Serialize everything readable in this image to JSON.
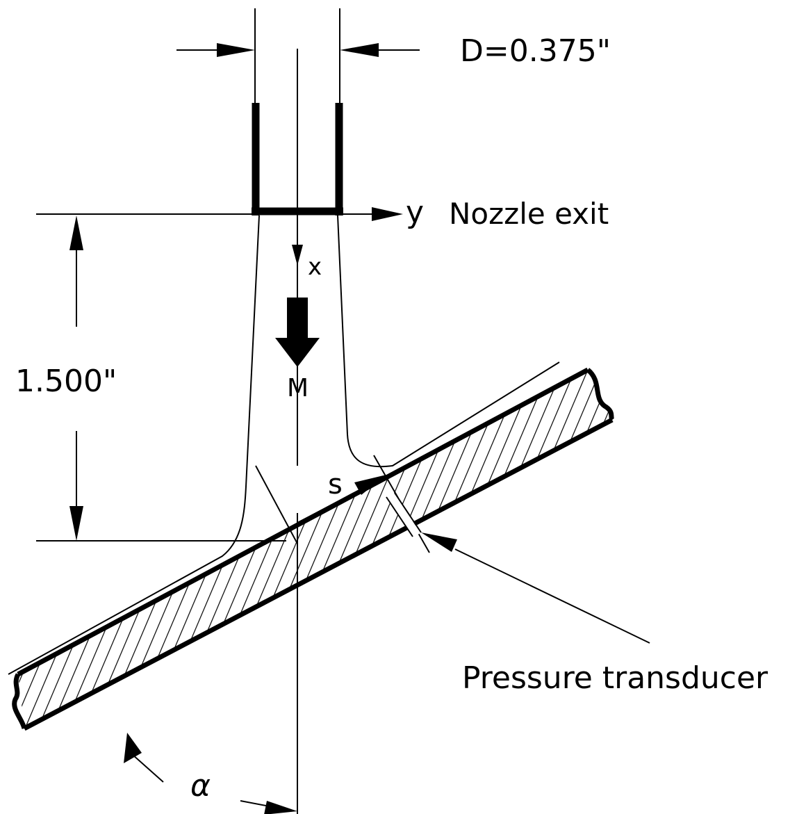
{
  "labels": {
    "diameter": "D=0.375\"",
    "y_axis": "y",
    "nozzle_exit": "Nozzle exit",
    "x_axis": "x",
    "standoff": "1.500\"",
    "mach": "M",
    "s_coord": "s",
    "transducer": "Pressure transducer",
    "angle": "α"
  },
  "colors": {
    "ink": "#000000",
    "paper": "#ffffff"
  }
}
